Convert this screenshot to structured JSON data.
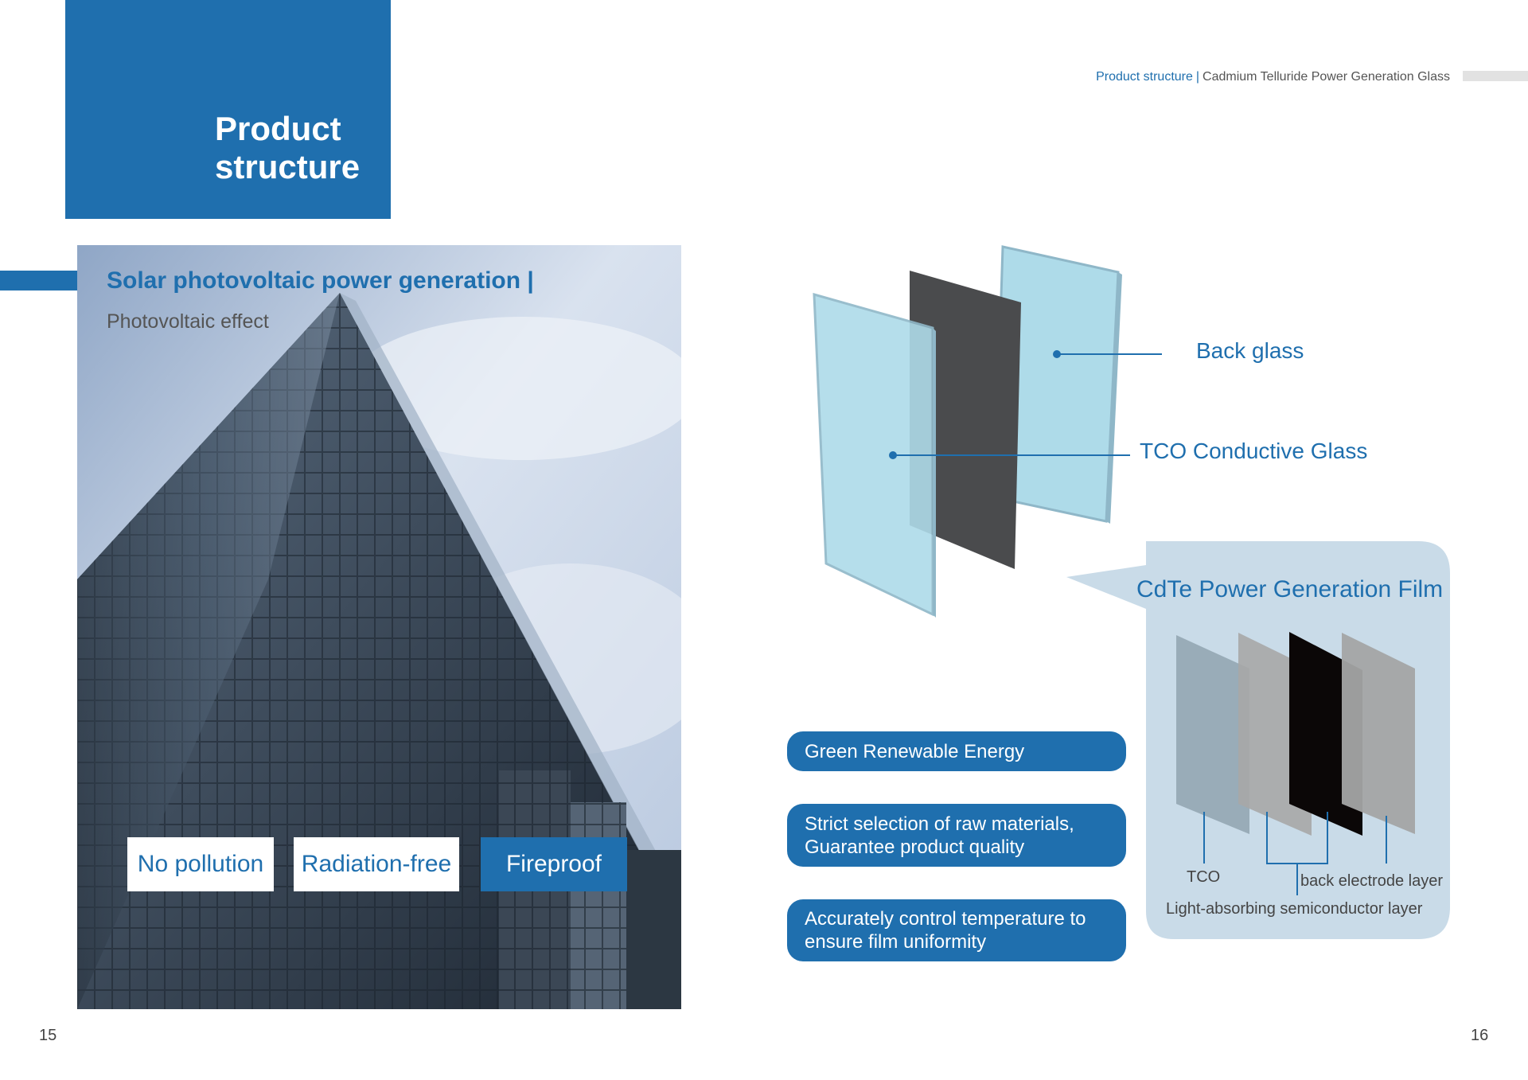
{
  "header": {
    "title_line1": "Product",
    "title_line2": "structure",
    "breadcrumb_section": "Product structure",
    "breadcrumb_separator": "|",
    "breadcrumb_page": "Cadmium Telluride Power Generation Glass"
  },
  "photo": {
    "heading": "Solar photovoltaic power generation |",
    "subheading": "Photovoltaic effect",
    "tags": [
      "No pollution",
      "Radiation-free",
      "Fireproof"
    ]
  },
  "diagram": {
    "labels": [
      "Back glass",
      "TCO Conductive Glass"
    ]
  },
  "film": {
    "title": "CdTe Power Generation Film",
    "label_tco": "TCO",
    "label_back_electrode": "back electrode layer",
    "label_light_absorbing": "Light-absorbing semiconductor layer"
  },
  "features": [
    "Green Renewable Energy",
    "Strict selection of raw materials, Guarantee product quality",
    "Accurately control temperature to ensure film uniformity"
  ],
  "pages": {
    "left": "15",
    "right": "16"
  },
  "colors": {
    "brand_blue": "#1f6fae",
    "panel_blue": "#c9dbe8",
    "glass_blue": "#aedbe9"
  }
}
